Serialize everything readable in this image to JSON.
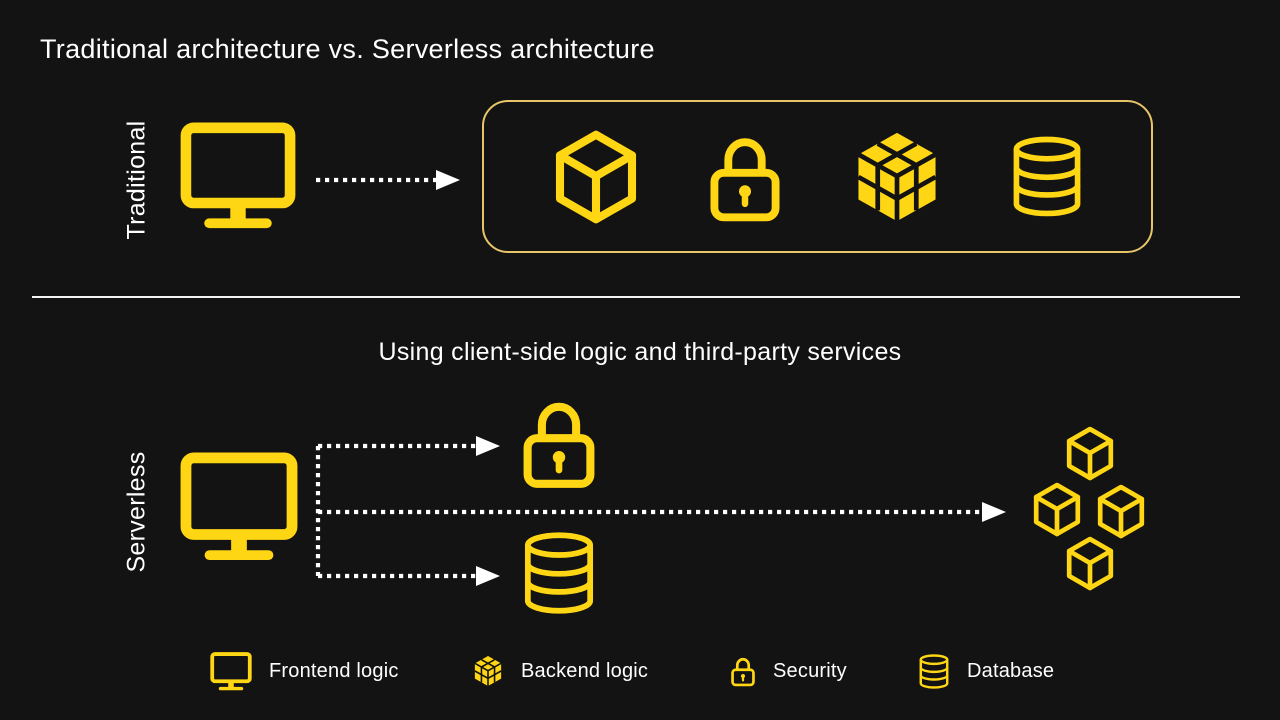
{
  "title": "Traditional architecture vs. Serverless architecture",
  "subtitle": "Using client-side logic and third-party services",
  "colors": {
    "background": "#131313",
    "icon_yellow": "#FFD613",
    "box_border": "#E9C56A",
    "text": "#FFFFFF",
    "arrow": "#FFFFFF"
  },
  "sections": {
    "traditional": {
      "label": "Traditional",
      "client_icon": "monitor-icon",
      "box_icons": [
        "cube-icon",
        "lock-icon",
        "backend-cube-icon",
        "database-icon"
      ]
    },
    "serverless": {
      "label": "Serverless",
      "client_icon": "monitor-icon",
      "target_icons": [
        "lock-icon",
        "database-icon",
        "cube-cluster-icon"
      ]
    }
  },
  "legend": [
    {
      "icon": "monitor-icon",
      "label": "Frontend logic"
    },
    {
      "icon": "backend-cube-icon",
      "label": "Backend logic"
    },
    {
      "icon": "lock-icon",
      "label": "Security"
    },
    {
      "icon": "database-icon",
      "label": "Database"
    }
  ]
}
